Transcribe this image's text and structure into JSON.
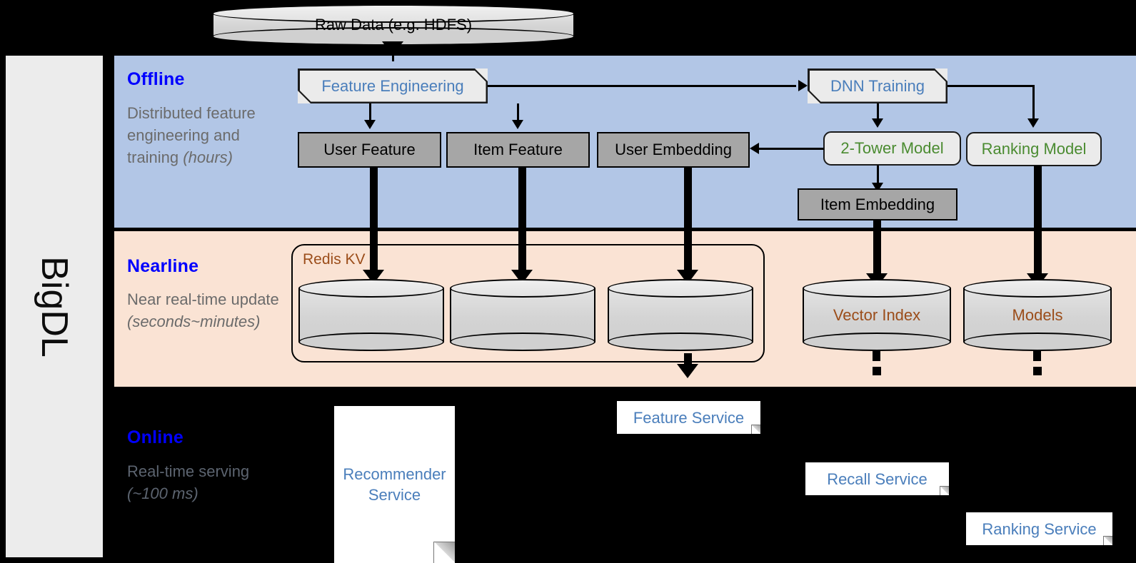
{
  "framework": {
    "name": "BigDL"
  },
  "source": {
    "label": "Raw Data (e.g. HDFS)"
  },
  "bands": {
    "offline": {
      "title": "Offline",
      "subtitle_plain": "Distributed feature engineering and training ",
      "subtitle_italic": "(hours)"
    },
    "nearline": {
      "title": "Nearline",
      "subtitle_plain": "Near real-time update ",
      "subtitle_italic": "(seconds~minutes)"
    },
    "online": {
      "title": "Online",
      "subtitle_plain": "Real-time serving ",
      "subtitle_italic": "(~100 ms)"
    }
  },
  "offline": {
    "feature_engineering": "Feature Engineering",
    "dnn_training": "DNN Training",
    "user_feature": "User Feature",
    "item_feature": "Item Feature",
    "user_embedding": "User Embedding",
    "two_tower_model": "2-Tower Model",
    "ranking_model": "Ranking Model",
    "item_embedding": "Item Embedding"
  },
  "nearline": {
    "redis_kv": "Redis KV",
    "store_1": "",
    "store_2": "",
    "store_3": "",
    "vector_index": "Vector Index",
    "models": "Models"
  },
  "online": {
    "recommender_service": "Recommender Service",
    "feature_service": "Feature Service",
    "recall_service": "Recall Service",
    "ranking_service": "Ranking Service"
  },
  "colors": {
    "offline_band": "#b2c6e6",
    "nearline_band": "#fae3d4",
    "online_band": "#000000",
    "band_title": "#0000ff",
    "process_blue": "#4a7ebb",
    "model_green": "#4a8b30",
    "storage_brown": "#9b4d1a",
    "artifact_grey": "#a6a6a6",
    "rail_grey": "#ececec"
  }
}
